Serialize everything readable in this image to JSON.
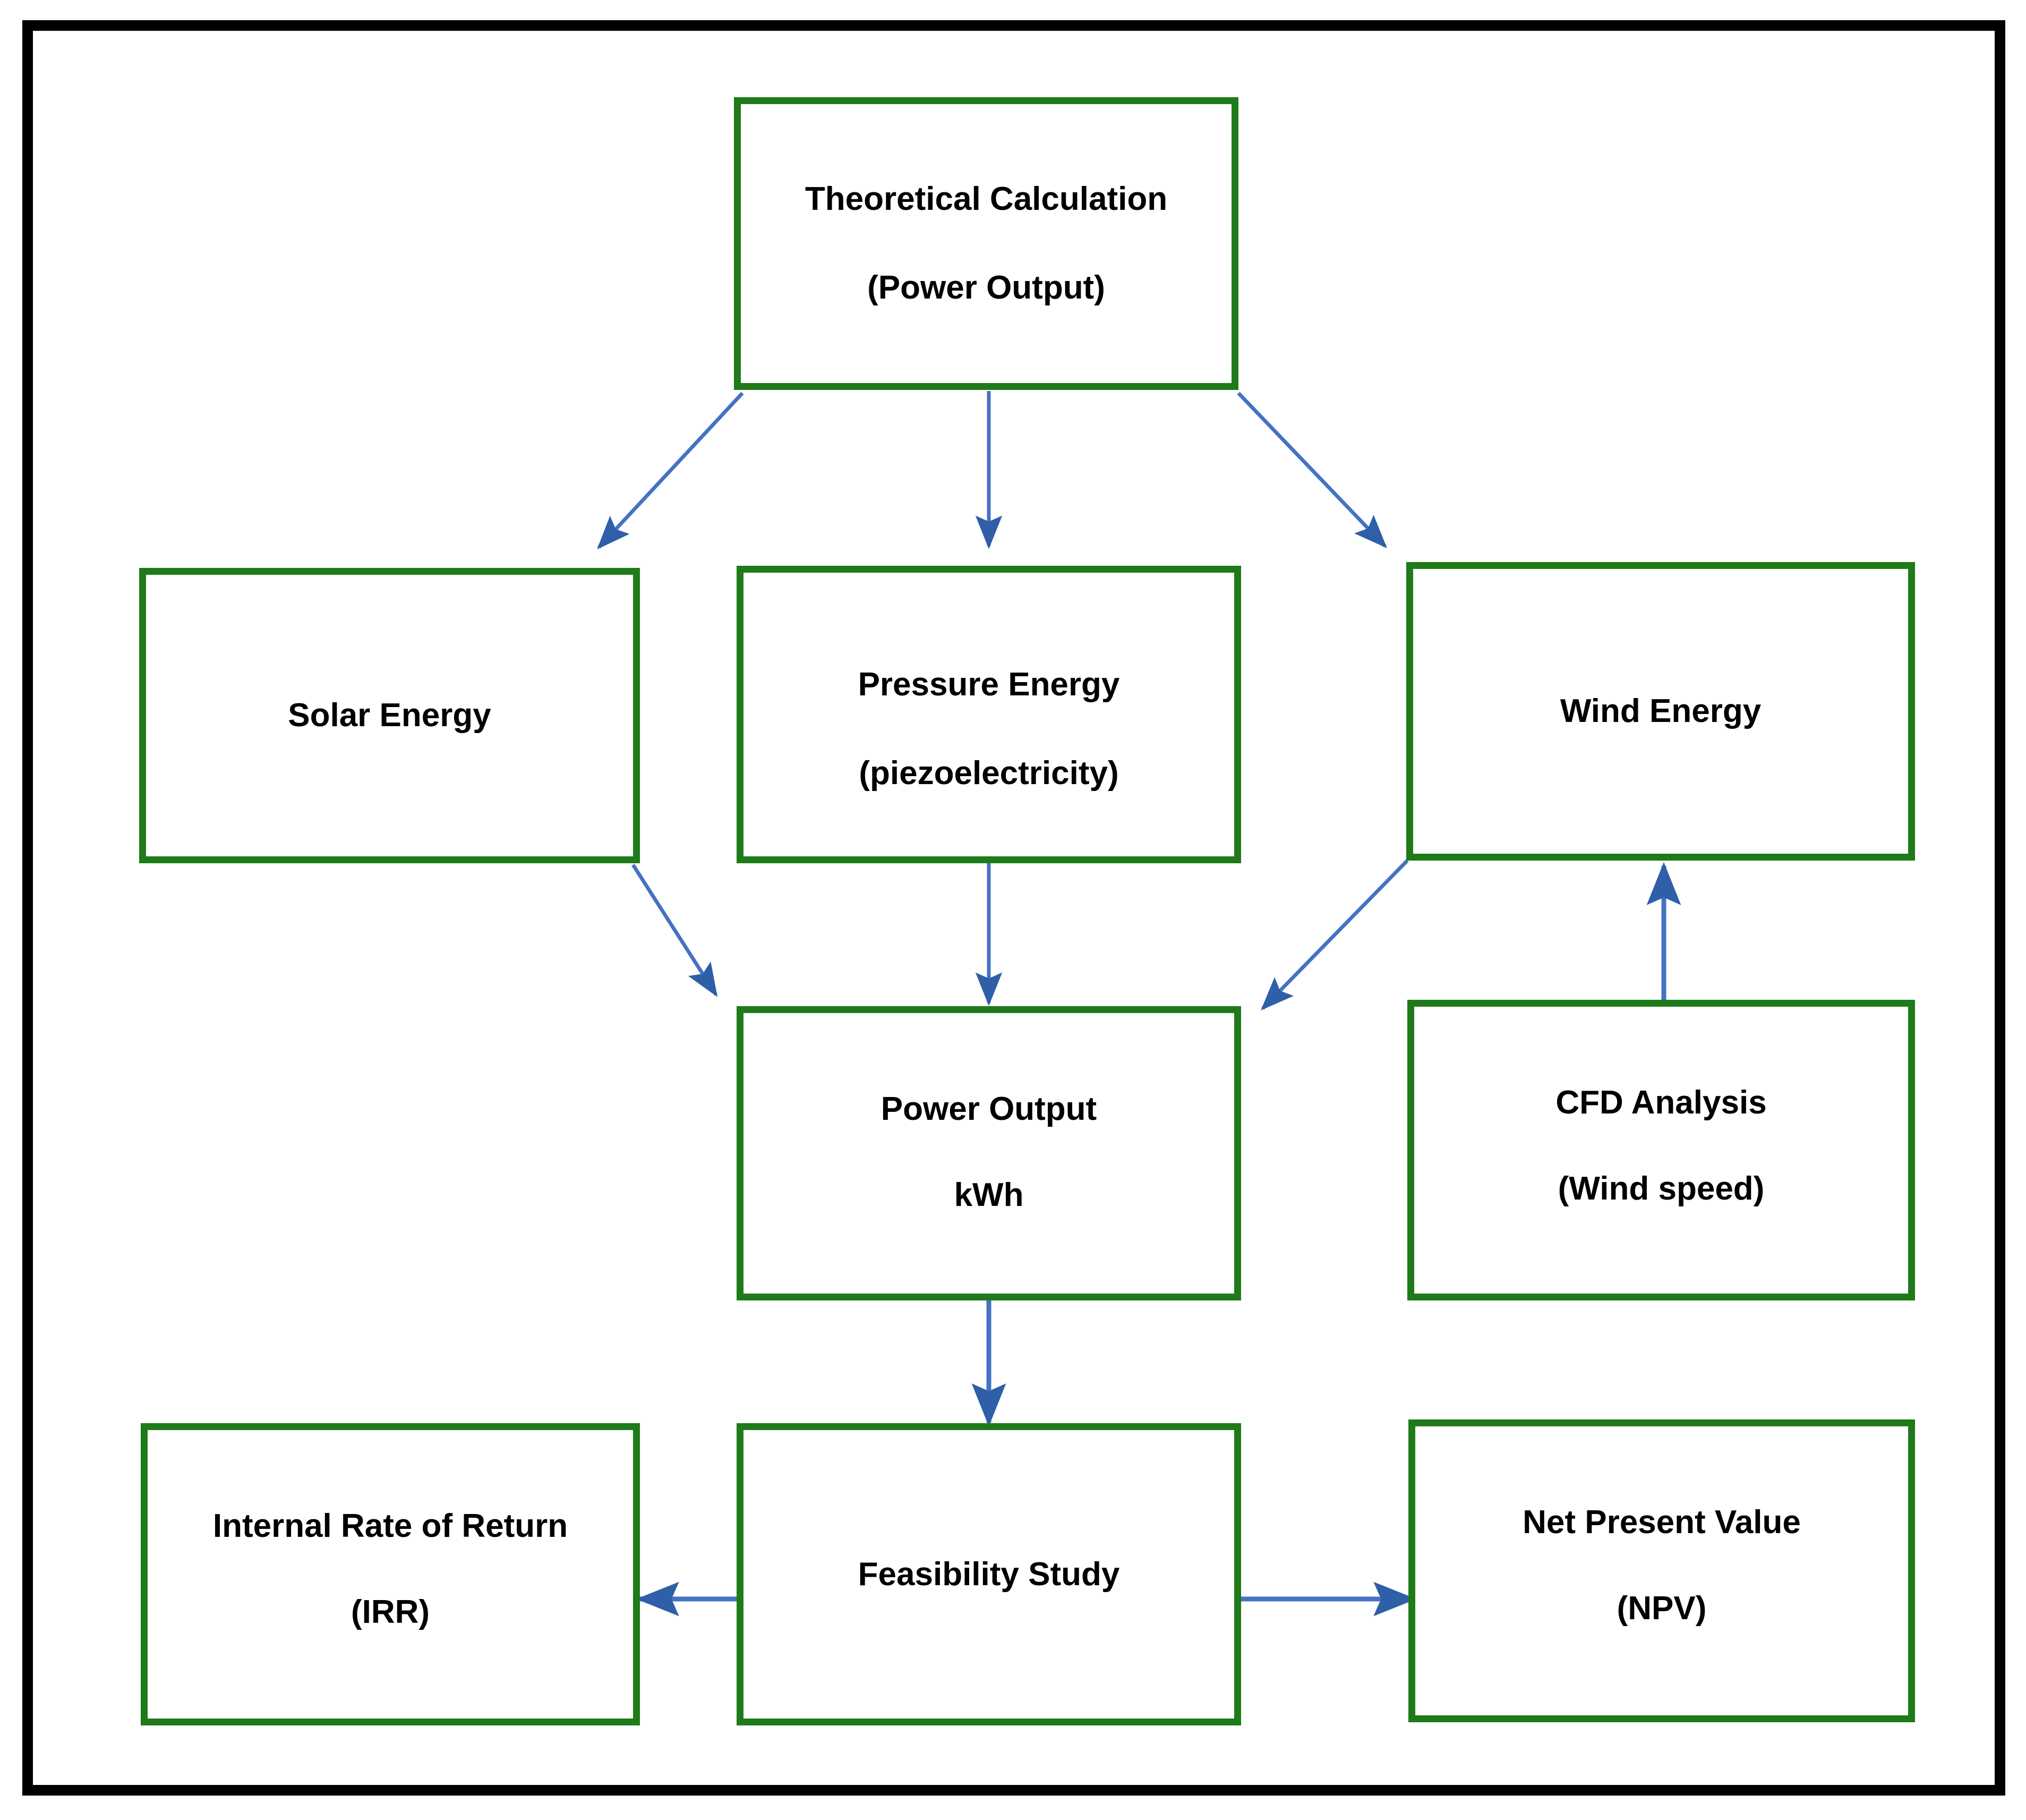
{
  "diagram": {
    "type": "flowchart",
    "frame_color": "#000000",
    "node_border_color": "#1f7a19",
    "arrow_color": "#4472c4",
    "arrowhead_color": "#2e5fa8",
    "background": "#ffffff",
    "nodes": [
      {
        "id": "theoretical-calculation",
        "lines": [
          "Theoretical Calculation",
          "(Power Output)"
        ]
      },
      {
        "id": "solar-energy",
        "lines": [
          "Solar Energy"
        ]
      },
      {
        "id": "pressure-energy",
        "lines": [
          "Pressure Energy",
          "(piezoelectricity)"
        ]
      },
      {
        "id": "wind-energy",
        "lines": [
          "Wind Energy"
        ]
      },
      {
        "id": "power-output",
        "lines": [
          "Power Output",
          "kWh"
        ]
      },
      {
        "id": "cfd-analysis",
        "lines": [
          "CFD Analysis",
          "(Wind speed)"
        ]
      },
      {
        "id": "internal-rate-of-return",
        "lines": [
          "Internal Rate of Return",
          "(IRR)"
        ]
      },
      {
        "id": "feasibility-study",
        "lines": [
          "Feasibility Study"
        ]
      },
      {
        "id": "net-present-value",
        "lines": [
          "Net Present Value",
          "(NPV)"
        ]
      }
    ],
    "edges": [
      {
        "from": "theoretical-calculation",
        "to": "solar-energy",
        "direction": "down-left"
      },
      {
        "from": "theoretical-calculation",
        "to": "pressure-energy",
        "direction": "down"
      },
      {
        "from": "theoretical-calculation",
        "to": "wind-energy",
        "direction": "down-right"
      },
      {
        "from": "solar-energy",
        "to": "power-output",
        "direction": "down-right"
      },
      {
        "from": "pressure-energy",
        "to": "power-output",
        "direction": "down"
      },
      {
        "from": "wind-energy",
        "to": "power-output",
        "direction": "down-left"
      },
      {
        "from": "cfd-analysis",
        "to": "wind-energy",
        "direction": "up"
      },
      {
        "from": "power-output",
        "to": "feasibility-study",
        "direction": "down"
      },
      {
        "from": "feasibility-study",
        "to": "internal-rate-of-return",
        "direction": "left"
      },
      {
        "from": "feasibility-study",
        "to": "net-present-value",
        "direction": "right"
      }
    ]
  }
}
